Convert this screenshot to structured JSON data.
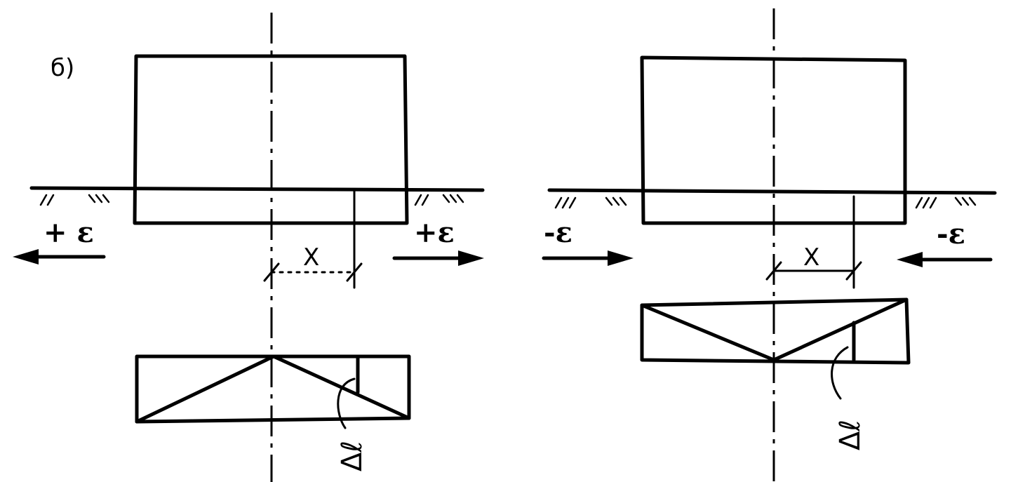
{
  "figure_label": "б)",
  "left_panel": {
    "strain_left": "+ ε",
    "strain_right": "+ε",
    "dimension_label": "X",
    "diagram_label": "Δℓ"
  },
  "right_panel": {
    "strain_left": "-ε",
    "strain_right": "-ε",
    "dimension_label": "X",
    "diagram_label": "Δℓ"
  }
}
